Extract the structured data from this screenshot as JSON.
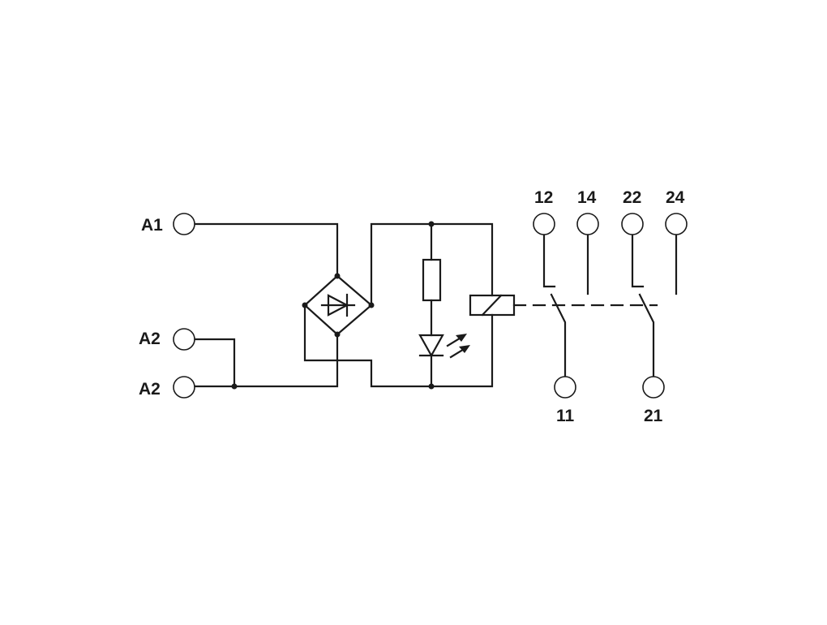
{
  "terminals": {
    "a1": "A1",
    "a2_top": "A2",
    "a2_bottom": "A2",
    "t12": "12",
    "t14": "14",
    "t22": "22",
    "t24": "24",
    "t11": "11",
    "t21": "21"
  }
}
